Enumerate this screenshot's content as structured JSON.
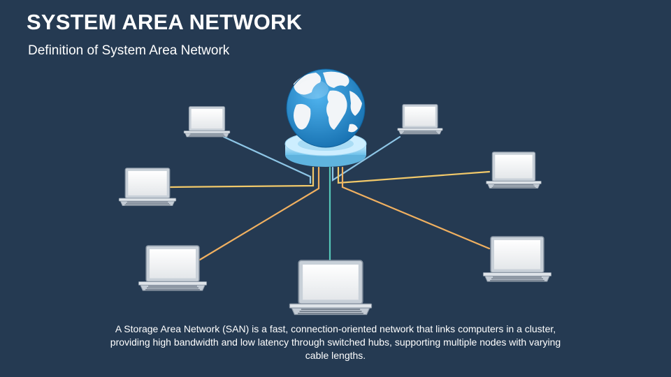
{
  "title": "SYSTEM AREA NETWORK",
  "subtitle": "Definition of System Area Network",
  "description": "A Storage Area Network (SAN) is a fast, connection-oriented network that links computers in a cluster, providing high bandwidth and low latency through switched hubs, supporting multiple nodes with varying cable lengths.",
  "diagram": {
    "hub_icon": "globe-icon",
    "node_icon": "laptop-icon",
    "node_count": 7,
    "colors": {
      "background": "#253a52",
      "globe_ocean": "#1e8ad0",
      "globe_land": "#f2f5f8",
      "platform": "#9ed8f5",
      "cable_blue": "#8ec6e6",
      "cable_teal": "#56c8b8",
      "cable_yellow": "#f2c96a",
      "cable_orange": "#f0b060",
      "laptop_body": "#c3cbd4",
      "laptop_screen": "#f2f3f5"
    }
  }
}
